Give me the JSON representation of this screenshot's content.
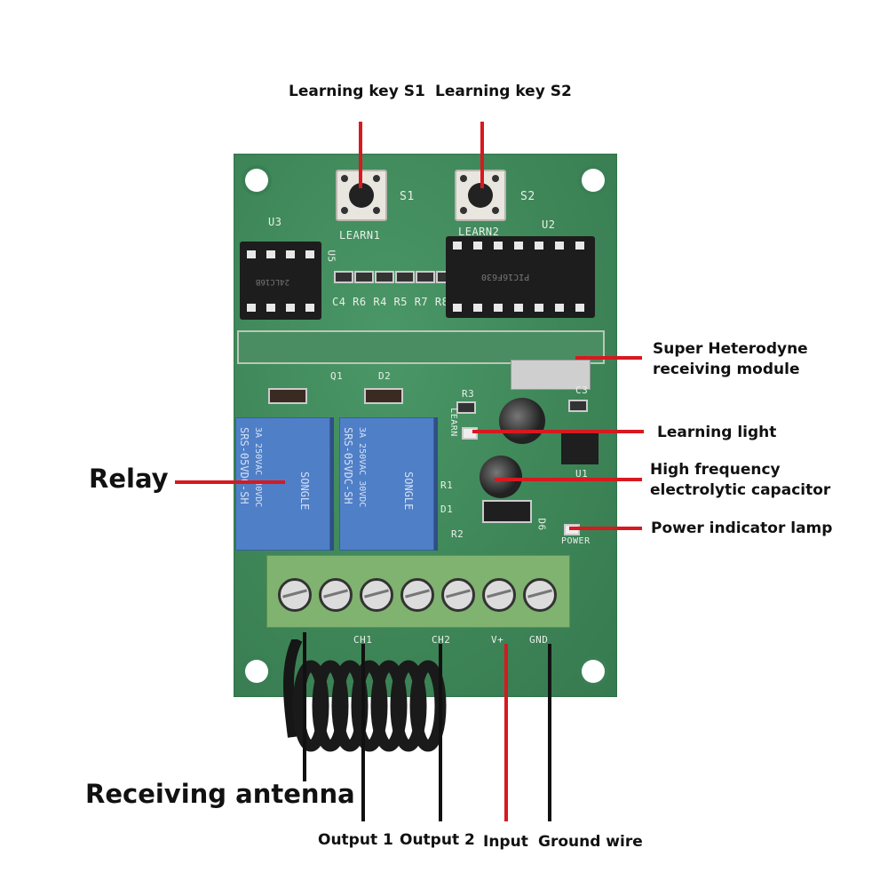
{
  "labels": {
    "learning_key_s1": "Learning key S1",
    "learning_key_s2": "Learning key S2",
    "super_heterodyne_line1": "Super Heterodyne",
    "super_heterodyne_line2": "receiving module",
    "learning_light": "Learning light",
    "capacitor_line1": "High frequency",
    "capacitor_line2": "electrolytic capacitor",
    "power_indicator": "Power indicator lamp",
    "relay": "Relay",
    "receiving_antenna": "Receiving antenna",
    "output1": "Output 1",
    "output2": "Output 2",
    "input": "Input",
    "ground_wire": "Ground wire"
  },
  "silkscreen": {
    "s1": "S1",
    "s2": "S2",
    "learn1": "LEARN1",
    "learn2": "LEARN2",
    "u3": "U3",
    "u2": "U2",
    "u5": "U5",
    "resistors": "C4 R6 R4 R5 R7 R8",
    "q1": "Q1",
    "d2": "D2",
    "r3": "R3",
    "c3": "C3",
    "learn": "LEARN",
    "r1": "R1",
    "d1": "D1",
    "r2": "R2",
    "d6": "D6",
    "power": "POWER",
    "ch1": "CH1",
    "ch2": "CH2",
    "vplus": "V+",
    "gnd": "GND",
    "u1": "U1"
  },
  "chips": {
    "eeprom_text": "24LC16B",
    "mcu_text": "PIC16F630"
  },
  "relays": {
    "rating1": "3A 250VAC 30VDC",
    "model": "SRS-05VDC-SH",
    "brand": "SONGLE"
  },
  "colors": {
    "pointer_red": "#d71920",
    "pointer_black": "#111111",
    "board_green": "#3f8a5c",
    "relay_blue": "#4f7fc7",
    "terminal_green": "#7fb36f"
  }
}
